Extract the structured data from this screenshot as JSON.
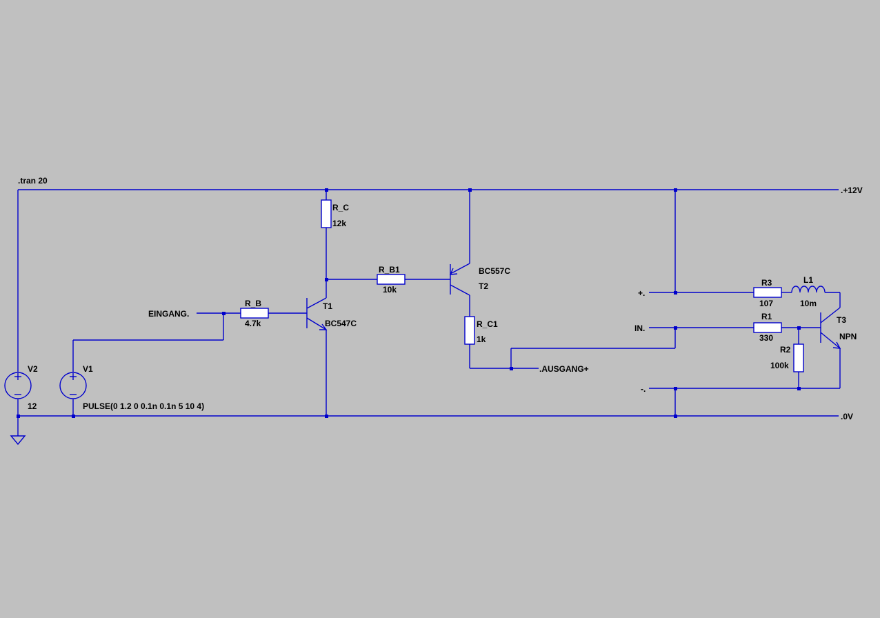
{
  "directives": {
    "tran": ".tran 20"
  },
  "nets": {
    "supply": ".+12V",
    "ground": ".0V",
    "input": "EINGANG.",
    "output": ".AUSGANG+",
    "plus": "+.",
    "in": "IN.",
    "minus": "-."
  },
  "components": {
    "V2": {
      "ref": "V2",
      "value": "12"
    },
    "V1": {
      "ref": "V1",
      "value": "PULSE(0 1.2 0 0.1n 0.1n 5 10 4)"
    },
    "R_B": {
      "ref": "R_B",
      "value": "4.7k"
    },
    "R_C": {
      "ref": "R_C",
      "value": "12k"
    },
    "R_B1": {
      "ref": "R_B1",
      "value": "10k"
    },
    "R_C1": {
      "ref": "R_C1",
      "value": "1k"
    },
    "T1": {
      "ref": "T1",
      "value": "BC547C"
    },
    "T2": {
      "ref": "T2",
      "value": "BC557C"
    },
    "T3": {
      "ref": "T3",
      "value": "NPN"
    },
    "R3": {
      "ref": "R3",
      "value": "107"
    },
    "L1": {
      "ref": "L1",
      "value": "10m"
    },
    "R1": {
      "ref": "R1",
      "value": "330"
    },
    "R2": {
      "ref": "R2",
      "value": "100k"
    }
  },
  "colors": {
    "background": "#c0c0c0",
    "wire": "#0000cc",
    "text": "#000000",
    "part_fill": "#ffffff"
  }
}
